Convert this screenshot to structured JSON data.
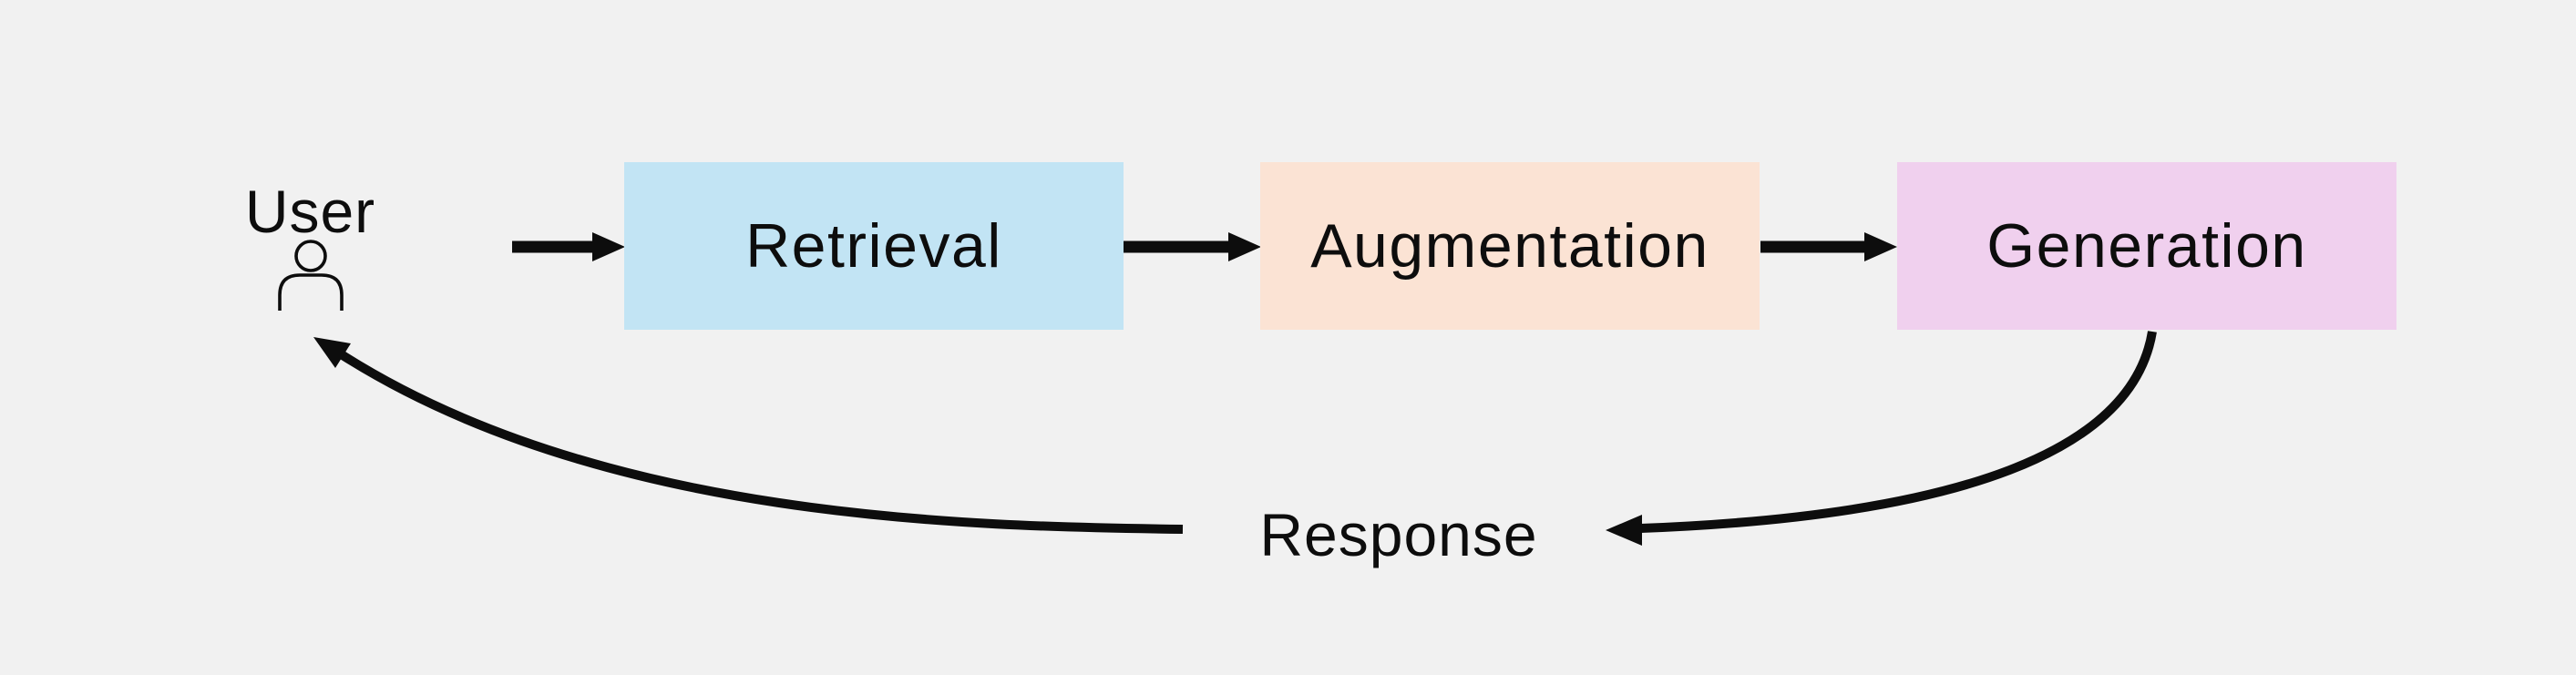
{
  "diagram": {
    "user": {
      "label": "User"
    },
    "nodes": [
      {
        "id": "retrieval",
        "label": "Retrieval",
        "color": "#c2e4f4"
      },
      {
        "id": "augmentation",
        "label": "Augmentation",
        "color": "#fbe3d4"
      },
      {
        "id": "generation",
        "label": "Generation",
        "color": "#f0d0ee"
      }
    ],
    "response_label": "Response",
    "edges": [
      {
        "from": "user",
        "to": "retrieval",
        "style": "straight-arrow"
      },
      {
        "from": "retrieval",
        "to": "augmentation",
        "style": "straight-arrow"
      },
      {
        "from": "augmentation",
        "to": "generation",
        "style": "straight-arrow"
      },
      {
        "from": "generation",
        "to": "response",
        "style": "curved-arrow"
      },
      {
        "from": "response",
        "to": "user",
        "style": "curved-arrow"
      }
    ],
    "colors": {
      "background": "#f1f1f1",
      "arrow": "#0d0d0d",
      "text": "#0d0d0d"
    }
  }
}
